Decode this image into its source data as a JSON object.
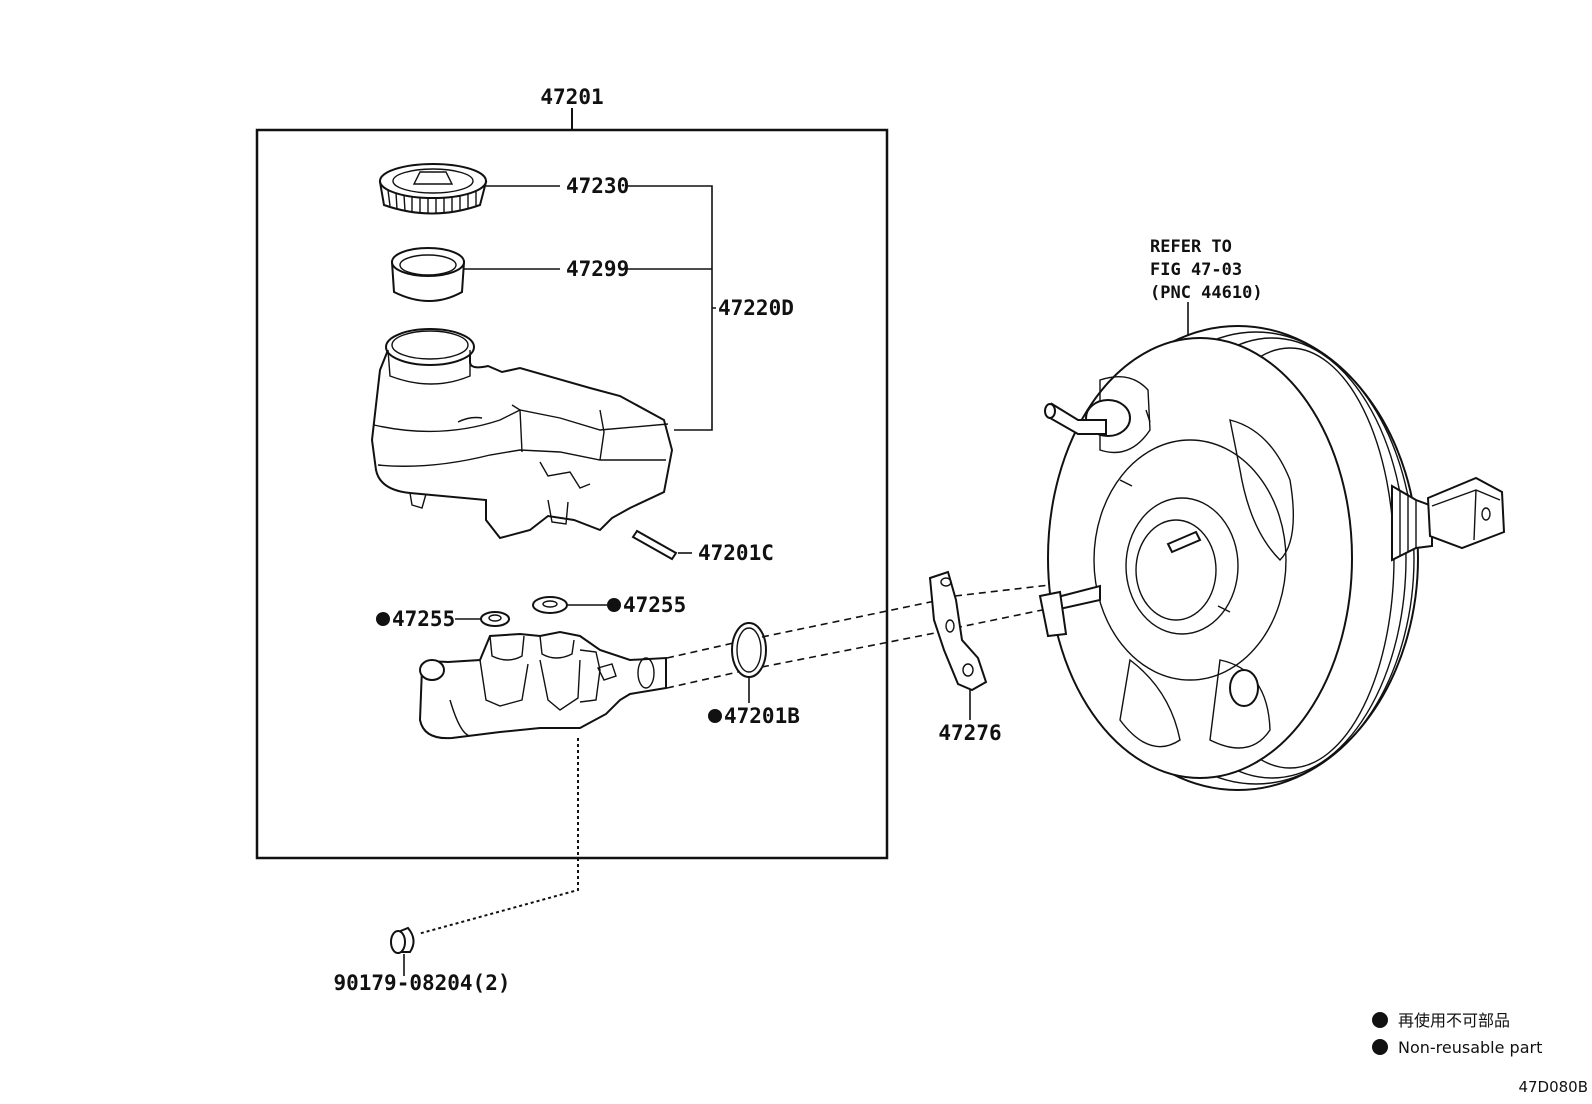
{
  "diagram": {
    "assembly_label": "47201",
    "parts": {
      "reservoir_cap": "47230",
      "strainer": "47299",
      "reservoir_sub_assy": "47220D",
      "pin": "47201C",
      "grommet_left": "47255",
      "grommet_right": "47255",
      "o_ring": "47201B",
      "gasket_plate": "47276",
      "nut": "90179-08204(2)"
    },
    "reference_note": {
      "line1": "REFER TO",
      "line2": "FIG 47-03",
      "line3": "(PNC 44610)"
    }
  },
  "legend": {
    "japanese": "再使用不可部品",
    "english": "Non-reusable part"
  },
  "figure_code": "47D080B"
}
